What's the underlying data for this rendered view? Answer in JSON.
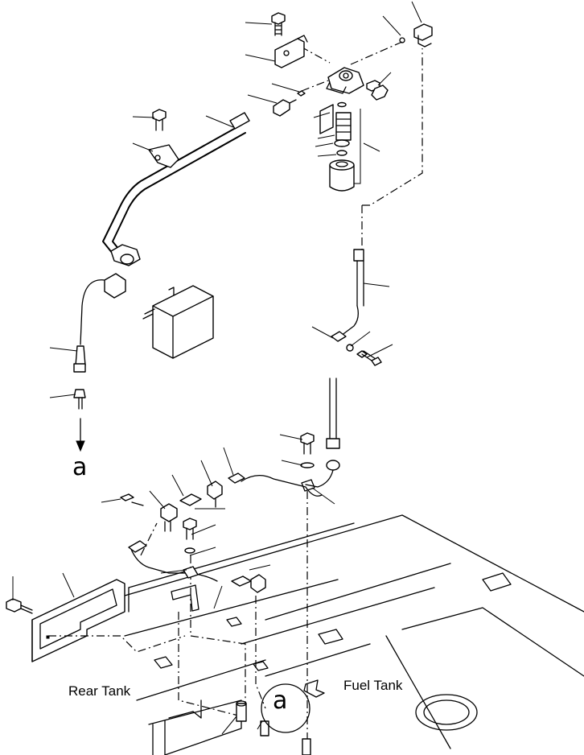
{
  "labels": {
    "rear_tank": "Rear Tank",
    "fuel_tank": "Fuel Tank",
    "ref_a_top": "a",
    "ref_a_bottom": "a"
  }
}
